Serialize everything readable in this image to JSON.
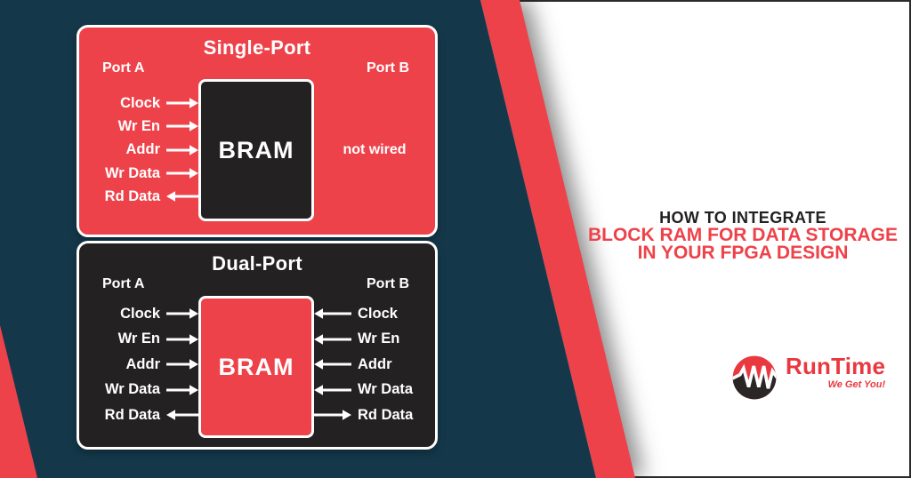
{
  "colors": {
    "red": "#ee424a",
    "navy": "#14384a",
    "dark_panel": "#242122",
    "white": "#ffffff",
    "headline_dark": "#232021",
    "logo_red": "#e9383f"
  },
  "panels": {
    "single": {
      "title": "Single-Port",
      "port_a": "Port A",
      "port_b": "Port B",
      "bram_label": "BRAM",
      "not_wired": "not wired",
      "left_signals": [
        {
          "label": "Clock",
          "dir": "in"
        },
        {
          "label": "Wr En",
          "dir": "in"
        },
        {
          "label": "Addr",
          "dir": "in"
        },
        {
          "label": "Wr Data",
          "dir": "in"
        },
        {
          "label": "Rd Data",
          "dir": "out"
        }
      ]
    },
    "dual": {
      "title": "Dual-Port",
      "port_a": "Port A",
      "port_b": "Port B",
      "bram_label": "BRAM",
      "left_signals": [
        {
          "label": "Clock",
          "dir": "in"
        },
        {
          "label": "Wr En",
          "dir": "in"
        },
        {
          "label": "Addr",
          "dir": "in"
        },
        {
          "label": "Wr Data",
          "dir": "in"
        },
        {
          "label": "Rd Data",
          "dir": "out"
        }
      ],
      "right_signals": [
        {
          "label": "Clock",
          "dir": "in"
        },
        {
          "label": "Wr En",
          "dir": "in"
        },
        {
          "label": "Addr",
          "dir": "in"
        },
        {
          "label": "Wr Data",
          "dir": "in"
        },
        {
          "label": "Rd Data",
          "dir": "out"
        }
      ]
    }
  },
  "headline": {
    "line1": "HOW TO INTEGRATE",
    "line2": "BLOCK RAM FOR DATA STORAGE",
    "line3": "IN YOUR FPGA DESIGN"
  },
  "logo": {
    "name": "RunTime",
    "tagline": "We Get You!"
  }
}
